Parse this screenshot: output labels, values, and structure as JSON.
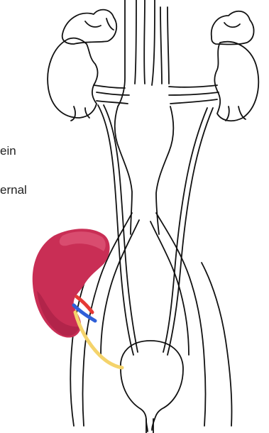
{
  "labels": {
    "partial_vein": "ein",
    "partial_external": "ernal"
  },
  "colors": {
    "outline": "#111111",
    "kidney_fill": "#c92e55",
    "kidney_highlight": "#e05a7b",
    "kidney_shadow": "#9f1e42",
    "vessel_red": "#e53935",
    "vessel_blue": "#2f5fd8",
    "ureter_yellow": "#f4d36b"
  },
  "figure": {
    "subject": "urinary-system-outline",
    "parts": [
      "kidney-left",
      "kidney-right",
      "adrenal-left",
      "adrenal-right",
      "aorta",
      "vena-cava",
      "ureter-left",
      "ureter-right",
      "bladder",
      "urethra",
      "detached-kidney"
    ]
  }
}
